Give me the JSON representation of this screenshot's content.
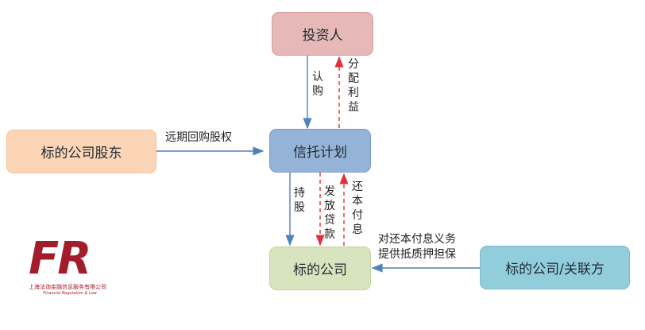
{
  "nodes": {
    "investor": {
      "label": "投资人",
      "fill": "#e6b8b7",
      "border": "#d49a99"
    },
    "trust": {
      "label": "信托计划",
      "fill": "#95b3d7",
      "border": "#7d9dc4"
    },
    "shareholder": {
      "label": "标的公司股东",
      "fill": "#fbd5b5",
      "border": "#f0c19b"
    },
    "target": {
      "label": "标的公司",
      "fill": "#d7e4bd",
      "border": "#c3d3a3"
    },
    "related": {
      "label": "标的公司/关联方",
      "fill": "#92cddc",
      "border": "#7ab9ca"
    }
  },
  "edges": {
    "subscribe": "认购",
    "profit": "分配利益",
    "buyback": "远期回购股权",
    "holding": "持股",
    "loan": "发放贷款",
    "repay": "还本付息",
    "guarantee_line1": "对还本付息义务",
    "guarantee_line2": "提供抵质押担保"
  },
  "colors": {
    "solid_arrow": "#4f81bd",
    "dashed_arrow": "#e0303a"
  },
  "logo": {
    "mark": "FR",
    "company": "上海法询金融信息服务有限公司",
    "tagline": "Financial Regulation & Law"
  }
}
